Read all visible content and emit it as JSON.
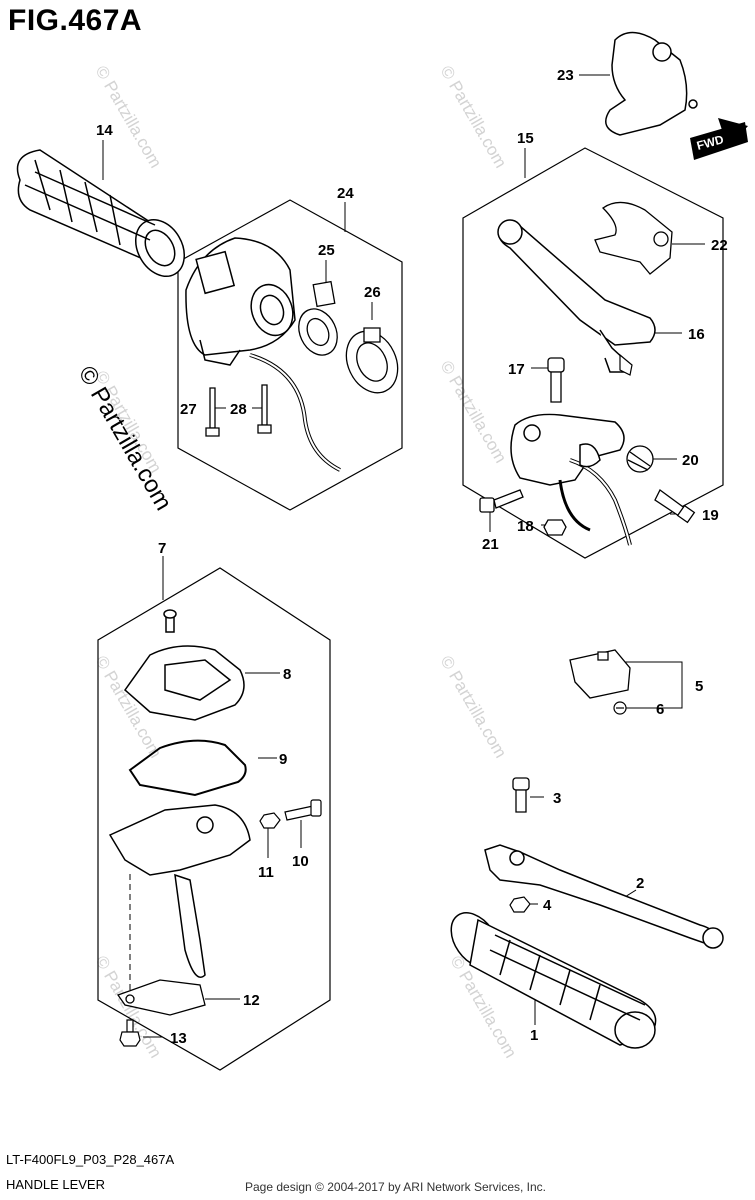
{
  "figure": {
    "title": "FIG.467A",
    "code": "LT-F400FL9_P03_P28_467A",
    "name": "HANDLE LEVER",
    "copyright": "Page design © 2004-2017 by ARI Network Services, Inc.",
    "direction_tag": "FWD"
  },
  "watermark": "© Partzilla.com",
  "callouts": {
    "c1": "1",
    "c2": "2",
    "c3": "3",
    "c4": "4",
    "c5": "5",
    "c6": "6",
    "c7": "7",
    "c8": "8",
    "c9": "9",
    "c10": "10",
    "c11": "11",
    "c12": "12",
    "c13": "13",
    "c14": "14",
    "c15": "15",
    "c16": "16",
    "c17": "17",
    "c18": "18",
    "c19": "19",
    "c20": "20",
    "c21": "21",
    "c22": "22",
    "c23": "23",
    "c24": "24",
    "c25": "25",
    "c26": "26",
    "c27": "27",
    "c28": "28"
  }
}
